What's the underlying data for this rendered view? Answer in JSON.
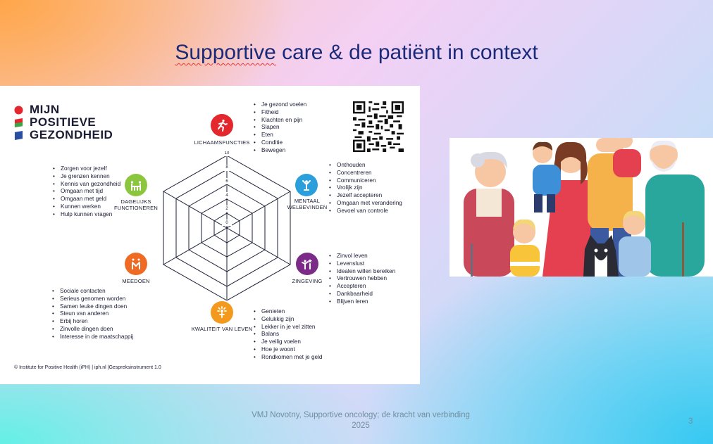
{
  "slide": {
    "title": "Supportive care & de patiënt in context",
    "title_underlined": "Supportive",
    "title_rest": " care & de patiënt in context",
    "footer_line1": "VMJ Novotny, Supportive oncology; de kracht van verbinding",
    "footer_line2": "2025",
    "number": "3"
  },
  "card": {
    "logo": [
      "MIJN",
      "POSITIEVE",
      "GEZONDHEID"
    ],
    "copyright": "© Institute for Positive Health (iPH) | iph.nl |Gespreksinstrument 1.0",
    "radar_ticks": [
      "10",
      "8",
      "6",
      "4",
      "2",
      "0"
    ],
    "dimensions": [
      {
        "label": "LICHAAMSFUNCTIES",
        "color": "#e4262d",
        "icon": "running-person-icon",
        "items": [
          "Je gezond voelen",
          "Fitheid",
          "Klachten en pijn",
          "Slapen",
          "Eten",
          "Conditie",
          "Bewegen"
        ]
      },
      {
        "label_1": "MENTAAL",
        "label_2": "WELBEVINDEN",
        "color": "#2a9fdb",
        "icon": "person-arms-up-icon",
        "items": [
          "Onthouden",
          "Concentreren",
          "Communiceren",
          "Vrolijk zijn",
          "Jezelf accepteren",
          "Omgaan met verandering",
          "Gevoel van controle"
        ]
      },
      {
        "label": "ZINGEVING",
        "color": "#7b2a88",
        "icon": "person-star-icon",
        "items": [
          "Zinvol leven",
          "Levenslust",
          "Idealen willen bereiken",
          "Vertrouwen hebben",
          "Accepteren",
          "Dankbaarheid",
          "Blijven leren"
        ]
      },
      {
        "label": "KWALITEIT VAN LEVEN",
        "color": "#f39a1e",
        "icon": "sun-person-icon",
        "items": [
          "Genieten",
          "Gelukkig zijn",
          "Lekker in je vel zitten",
          "Balans",
          "Je veilig voelen",
          "Hoe je woont",
          "Rondkomen met je geld"
        ]
      },
      {
        "label": "MEEDOEN",
        "color": "#ef6a22",
        "icon": "people-m-icon",
        "items": [
          "Sociale contacten",
          "Serieus genomen worden",
          "Samen leuke dingen doen",
          "Steun van anderen",
          "Erbij horen",
          "Zinvolle dingen doen",
          "Interesse in de maatschappij"
        ]
      },
      {
        "label_1": "DAGELIJKS",
        "label_2": "FUNCTIONEREN",
        "color": "#8cc63f",
        "icon": "people-table-icon",
        "items": [
          "Zorgen voor jezelf",
          "Je grenzen kennen",
          "Kennis van gezondheid",
          "Omgaan met tijd",
          "Omgaan met geld",
          "Kunnen werken",
          "Hulp kunnen vragen"
        ]
      }
    ]
  },
  "colors": {
    "title": "#1b2a78",
    "logo_red": "#e4262d",
    "logo_green": "#3aa648",
    "family_skin": "#f7c6a3"
  },
  "images": {
    "qr": "qr-code-icon",
    "family": "family-illustration"
  }
}
